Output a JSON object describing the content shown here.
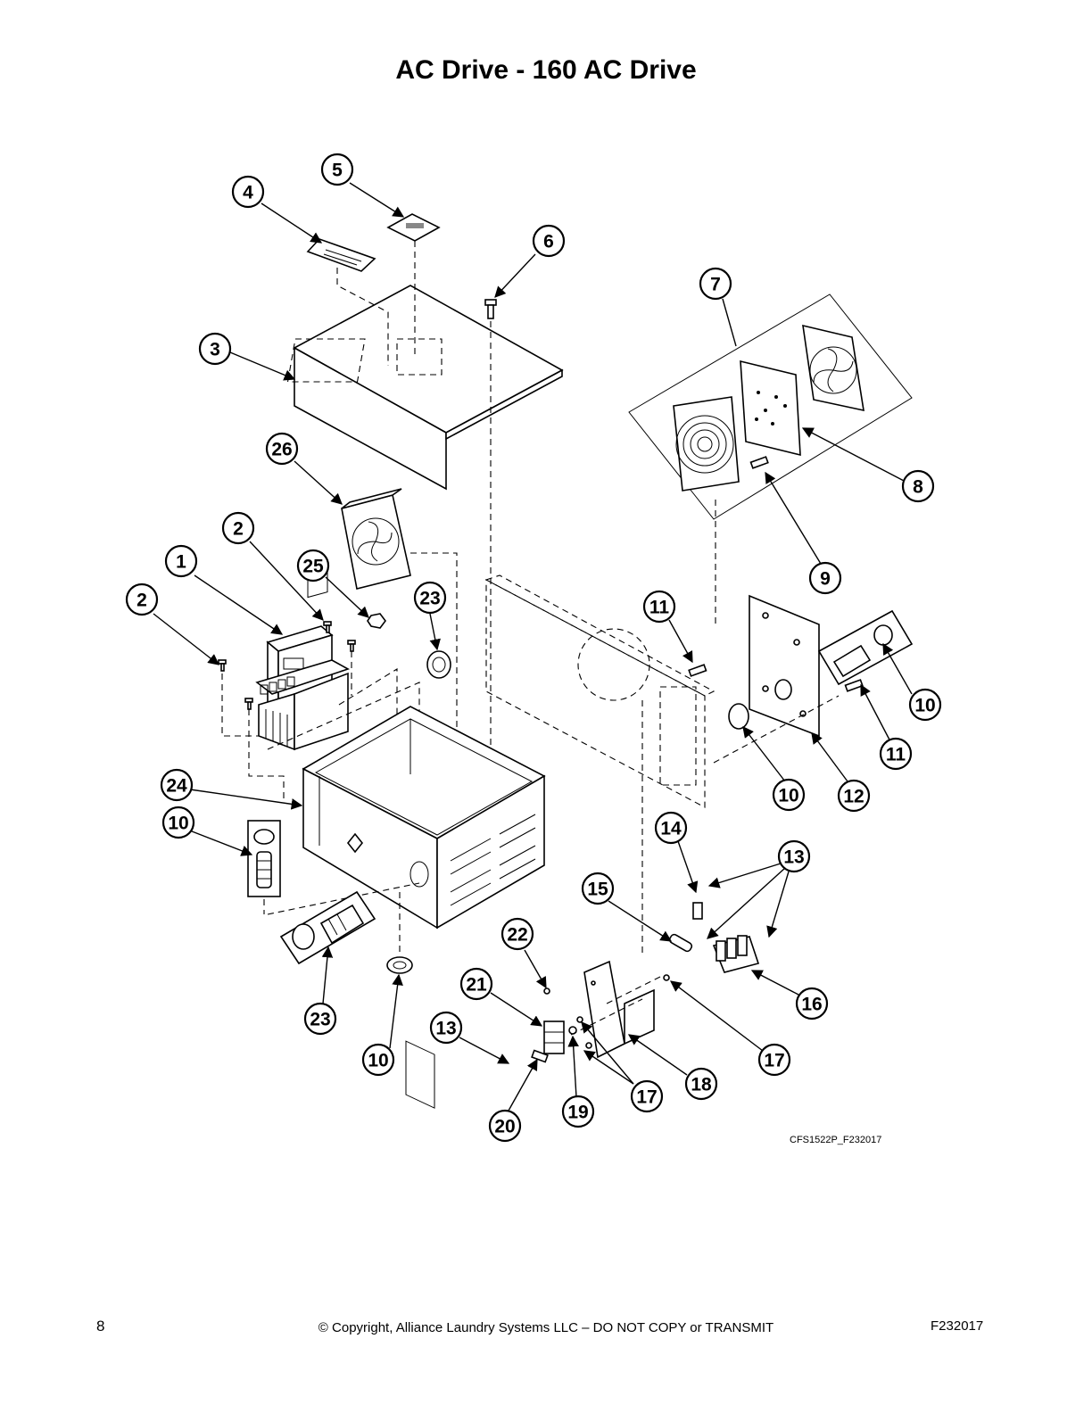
{
  "title": "AC Drive - 160 AC Drive",
  "figure_ref": "CFS1522P_F232017",
  "footer": {
    "page_number": "8",
    "copyright": "© Copyright, Alliance Laundry Systems LLC – DO NOT COPY or TRANSMIT",
    "doc_id": "F232017"
  },
  "callouts": [
    "1",
    "2",
    "2",
    "3",
    "4",
    "5",
    "6",
    "7",
    "8",
    "9",
    "10",
    "10",
    "10",
    "10",
    "11",
    "11",
    "12",
    "13",
    "13",
    "14",
    "15",
    "16",
    "17",
    "17",
    "18",
    "19",
    "20",
    "21",
    "22",
    "23",
    "23",
    "24",
    "25",
    "26"
  ]
}
